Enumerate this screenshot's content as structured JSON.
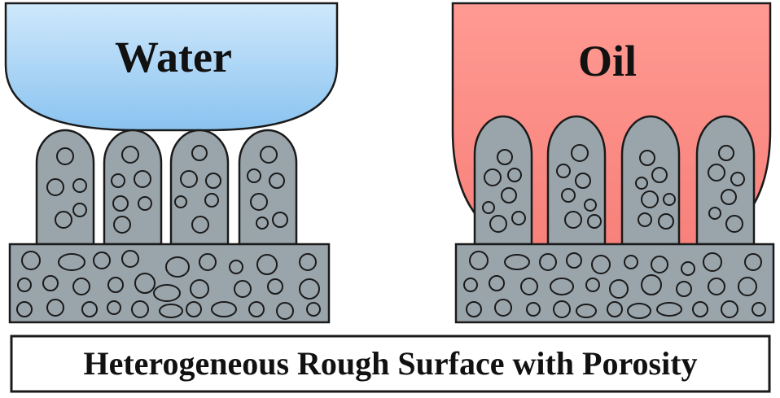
{
  "diagram": {
    "water_label": "Water",
    "oil_label": "Oil",
    "caption": "Heterogeneous Rough Surface with Porosity"
  },
  "colors": {
    "water_top": "#cfe8fb",
    "water_bottom": "#8ac3f0",
    "oil_top": "#ff9a92",
    "oil_bottom": "#f7807a",
    "surface": "#9aa5ab",
    "outline": "#1a1a1a"
  }
}
